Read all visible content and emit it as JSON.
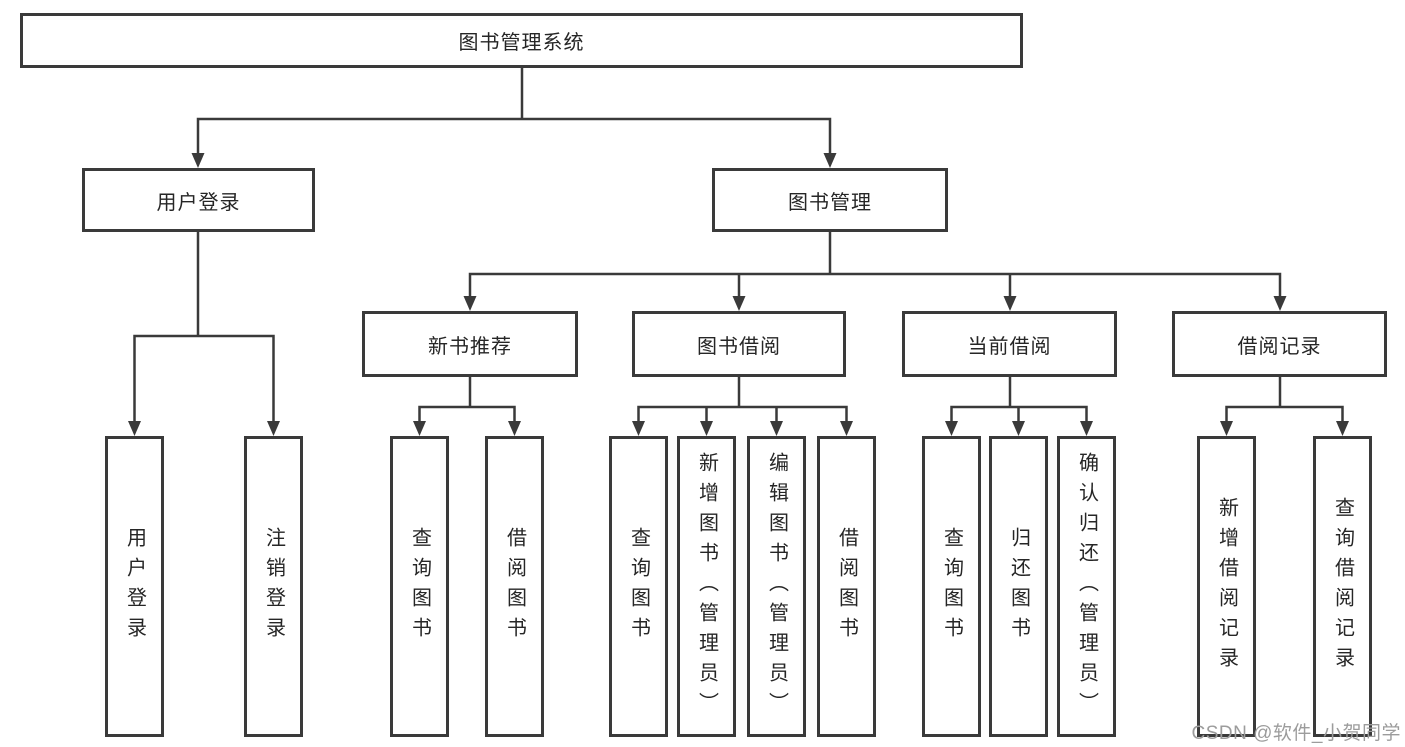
{
  "diagram": {
    "title": "图书管理系统",
    "nodes": {
      "root": "图书管理系统",
      "user_login": "用户登录",
      "book_mgmt": "图书管理",
      "new_books": "新书推荐",
      "book_borrow": "图书借阅",
      "current_borrow": "当前借阅",
      "borrow_records": "借阅记录",
      "leaf_user_login": "用户登录",
      "leaf_logout": "注销登录",
      "leaf_nb_query": "查询图书",
      "leaf_nb_borrow": "借阅图书",
      "leaf_bb_query": "查询图书",
      "leaf_bb_add": "新增图书（管理员）",
      "leaf_bb_edit": "编辑图书（管理员）",
      "leaf_bb_borrow": "借阅图书",
      "leaf_cb_query": "查询图书",
      "leaf_cb_return": "归还图书",
      "leaf_cb_confirm": "确认归还（管理员）",
      "leaf_br_add": "新增借阅记录",
      "leaf_br_query": "查询借阅记录"
    }
  },
  "watermark": "CSDN @软件_小贺同学",
  "colors": {
    "line": "#3a3a3a",
    "text": "#262626",
    "watermark": "#9c9c9c",
    "background": "#ffffff"
  }
}
